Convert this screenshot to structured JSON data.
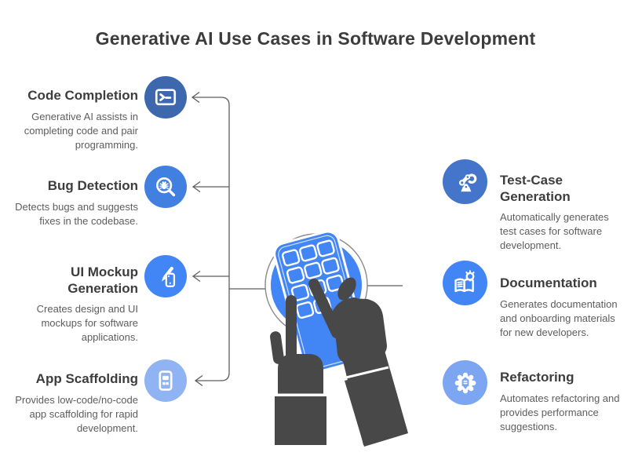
{
  "title": "Generative AI Use Cases in Software Development",
  "left_items": [
    {
      "heading": "Code Completion",
      "description": "Generative AI assists in completing code and pair programming.",
      "icon": "terminal-icon",
      "color": "#3d68ae"
    },
    {
      "heading": "Bug Detection",
      "description": "Detects bugs and suggests fixes in the codebase.",
      "icon": "bug-magnifier-icon",
      "color": "#417fe0"
    },
    {
      "heading": "UI Mockup Generation",
      "description": "Creates design and UI mockups for software applications.",
      "icon": "pen-phone-icon",
      "color": "#4285f4"
    },
    {
      "heading": "App Scaffolding",
      "description": "Provides low-code/no-code app scaffolding for rapid development.",
      "icon": "phone-app-icon",
      "color": "#8fb3f3"
    }
  ],
  "right_items": [
    {
      "heading": "Test-Case Generation",
      "description": "Automatically generates test cases for software development.",
      "icon": "robot-arm-icon",
      "color": "#4475cb"
    },
    {
      "heading": "Documentation",
      "description": "Generates documentation and onboarding materials for new developers.",
      "icon": "book-bulb-icon",
      "color": "#4285f4"
    },
    {
      "heading": "Refactoring",
      "description": "Automates refactoring and provides performance suggestions.",
      "icon": "gear-pencil-icon",
      "color": "#7ca6f1"
    }
  ],
  "illustration": {
    "name": "hands-tapping-calculator",
    "circle_color": "#4285f4",
    "device_color": "#4285f4",
    "hand_color": "#484848",
    "outline_color": "#8a8a8a"
  },
  "connector_color": "#5d5d5d"
}
